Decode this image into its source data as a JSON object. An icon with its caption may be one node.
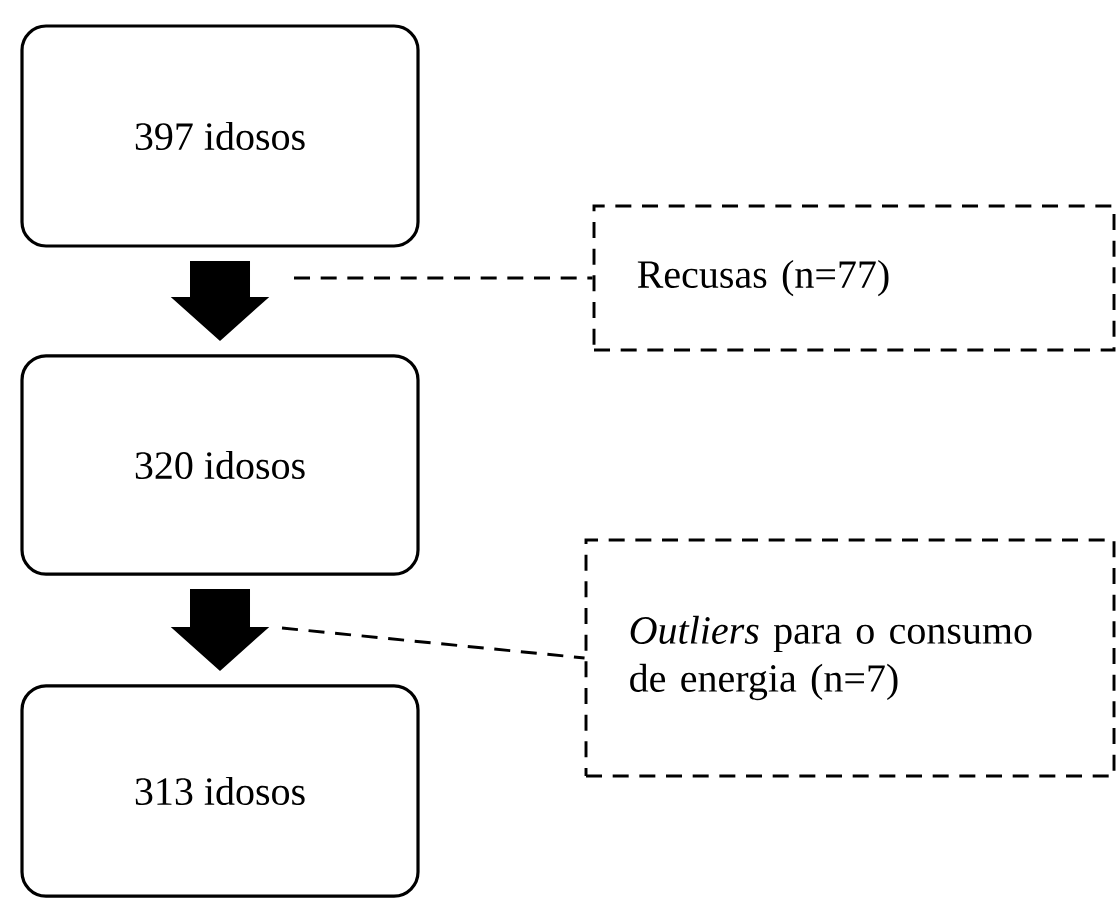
{
  "diagram": {
    "nodes": [
      {
        "text": [
          "397 idosos"
        ]
      },
      {
        "text": [
          "320 idosos"
        ]
      },
      {
        "text": [
          "313 idosos"
        ]
      },
      {
        "text": [
          "Recusas (n=77)"
        ]
      },
      {
        "text": [
          "*Outliers* para o consumo de energia (n=7)"
        ]
      }
    ],
    "edges": [
      {
        "from": 0,
        "to": 1,
        "arrow": "to",
        "style": "thick"
      },
      {
        "from": 1,
        "to": 2,
        "arrow": "to",
        "style": "thick"
      },
      {
        "from": null,
        "to": 3,
        "arrow": "none",
        "style": "dashed"
      },
      {
        "from": null,
        "to": 4,
        "arrow": "none",
        "style": "dashed"
      }
    ]
  }
}
